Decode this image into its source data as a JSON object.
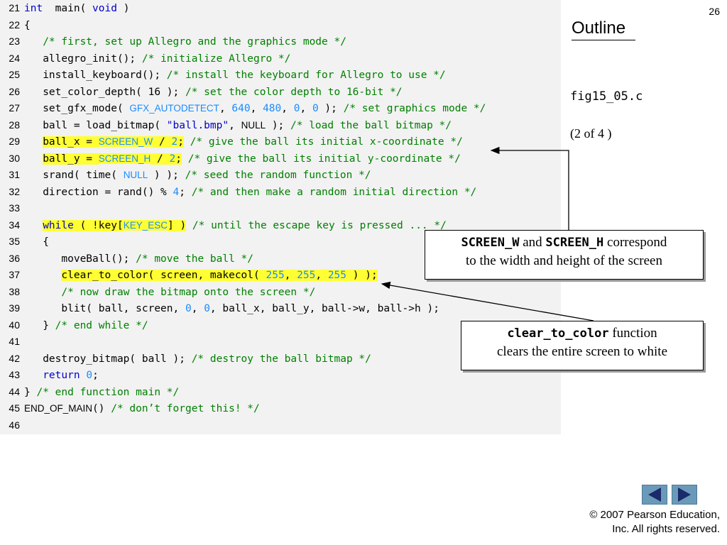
{
  "page_number": "26",
  "outline_title": "Outline",
  "fig_name": "fig15_05.c",
  "page_of": "(2 of 4 )",
  "code_lines": [
    {
      "num": "21",
      "tokens": [
        [
          "kw",
          "int"
        ],
        [
          "",
          "  main( "
        ],
        [
          "kw",
          "void"
        ],
        [
          "",
          " )"
        ]
      ]
    },
    {
      "num": "22",
      "tokens": [
        [
          "",
          "{"
        ]
      ]
    },
    {
      "num": "23",
      "tokens": [
        [
          "",
          "   "
        ],
        [
          "cmt",
          "/* first, set up Allegro and the graphics mode */"
        ]
      ]
    },
    {
      "num": "24",
      "tokens": [
        [
          "",
          "   allegro_init(); "
        ],
        [
          "cmt",
          "/* initialize Allegro */"
        ]
      ]
    },
    {
      "num": "25",
      "tokens": [
        [
          "",
          "   install_keyboard(); "
        ],
        [
          "cmt",
          "/* install the keyboard for Allegro to use */"
        ]
      ]
    },
    {
      "num": "26",
      "tokens": [
        [
          "",
          "   set_color_depth( 16 ); "
        ],
        [
          "cmt",
          "/* set the color depth to 16-bit */"
        ]
      ]
    },
    {
      "num": "27",
      "tokens": [
        [
          "",
          "   set_gfx_mode( "
        ],
        [
          "const",
          "GFX_AUTODETECT"
        ],
        [
          "",
          ", "
        ],
        [
          "num",
          "640"
        ],
        [
          "",
          ", "
        ],
        [
          "num",
          "480"
        ],
        [
          "",
          ", "
        ],
        [
          "num",
          "0"
        ],
        [
          "",
          ", "
        ],
        [
          "num",
          "0"
        ],
        [
          "",
          " ); "
        ],
        [
          "cmt",
          "/* set graphics mode */"
        ]
      ]
    },
    {
      "num": "28",
      "tokens": [
        [
          "",
          "   ball = load_bitmap( "
        ],
        [
          "str",
          "\"ball.bmp\""
        ],
        [
          "",
          ", "
        ],
        [
          "null",
          "NULL"
        ],
        [
          "",
          " ); "
        ],
        [
          "cmt",
          "/* load the ball bitmap */"
        ]
      ]
    },
    {
      "num": "29",
      "tokens": [
        [
          "",
          "   "
        ],
        [
          "hl",
          "ball_x = "
        ],
        [
          "hlconst",
          "SCREEN_W"
        ],
        [
          "hl",
          " / "
        ],
        [
          "hlnum",
          "2"
        ],
        [
          "hl",
          ";"
        ],
        [
          "",
          " "
        ],
        [
          "cmt",
          "/* give the ball its initial x-coordinate */"
        ]
      ]
    },
    {
      "num": "30",
      "tokens": [
        [
          "",
          "   "
        ],
        [
          "hl",
          "ball_y = "
        ],
        [
          "hlconst",
          "SCREEN_H"
        ],
        [
          "hl",
          " / "
        ],
        [
          "hlnum",
          "2"
        ],
        [
          "hl",
          ";"
        ],
        [
          "",
          " "
        ],
        [
          "cmt",
          "/* give the ball its initial y-coordinate */"
        ]
      ]
    },
    {
      "num": "31",
      "tokens": [
        [
          "",
          "   srand( time( "
        ],
        [
          "nullblue",
          "NULL"
        ],
        [
          "",
          " ) ); "
        ],
        [
          "cmt",
          "/* seed the random function */"
        ]
      ]
    },
    {
      "num": "32",
      "tokens": [
        [
          "",
          "   direction = rand() % "
        ],
        [
          "num",
          "4"
        ],
        [
          "",
          ";"
        ],
        [
          "",
          " "
        ],
        [
          "cmt",
          "/* and then make a random initial direction */"
        ]
      ]
    },
    {
      "num": "33",
      "tokens": []
    },
    {
      "num": "34",
      "tokens": [
        [
          "",
          "   "
        ],
        [
          "hlkw",
          "while"
        ],
        [
          "hl",
          " ( !key["
        ],
        [
          "hlconst",
          "KEY_ESC"
        ],
        [
          "hl",
          "] )"
        ],
        [
          "",
          " "
        ],
        [
          "cmt",
          "/* until the escape key is pressed ... */"
        ]
      ]
    },
    {
      "num": "35",
      "tokens": [
        [
          "",
          "   {"
        ]
      ]
    },
    {
      "num": "36",
      "tokens": [
        [
          "",
          "      moveBall(); "
        ],
        [
          "cmt",
          "/* move the ball */"
        ]
      ]
    },
    {
      "num": "37",
      "tokens": [
        [
          "",
          "      "
        ],
        [
          "hl",
          "clear_to_color( screen, makecol( "
        ],
        [
          "hlnum",
          "255"
        ],
        [
          "hl",
          ", "
        ],
        [
          "hlnum",
          "255"
        ],
        [
          "hl",
          ", "
        ],
        [
          "hlnum",
          "255"
        ],
        [
          "hl",
          " ) );"
        ]
      ]
    },
    {
      "num": "38",
      "tokens": [
        [
          "",
          "      "
        ],
        [
          "cmt",
          "/* now draw the bitmap onto the screen */"
        ]
      ]
    },
    {
      "num": "39",
      "tokens": [
        [
          "",
          "      blit( ball, screen, "
        ],
        [
          "num",
          "0"
        ],
        [
          "",
          ", "
        ],
        [
          "num",
          "0"
        ],
        [
          "",
          ", ball_x, ball_y, ball->w, ball->h );"
        ]
      ]
    },
    {
      "num": "40",
      "tokens": [
        [
          "",
          "   } "
        ],
        [
          "cmt",
          "/* end while */"
        ]
      ]
    },
    {
      "num": "41",
      "tokens": []
    },
    {
      "num": "42",
      "tokens": [
        [
          "",
          "   destroy_bitmap( ball ); "
        ],
        [
          "cmt",
          "/* destroy the ball bitmap */"
        ]
      ]
    },
    {
      "num": "43",
      "tokens": [
        [
          "",
          "   "
        ],
        [
          "kw",
          "return"
        ],
        [
          "",
          " "
        ],
        [
          "num",
          "0"
        ],
        [
          "",
          ";"
        ]
      ]
    },
    {
      "num": "44",
      "tokens": [
        [
          "",
          "} "
        ],
        [
          "cmt",
          "/* end function main */"
        ]
      ]
    },
    {
      "num": "45",
      "tokens": [
        [
          "null",
          "END_OF_MAIN"
        ],
        [
          "",
          "() "
        ],
        [
          "cmt",
          "/* don’t forget this! */"
        ]
      ]
    },
    {
      "num": "46",
      "tokens": []
    }
  ],
  "callout_screen": {
    "term1": "SCREEN_W",
    "and": " and ",
    "term2": "SCREEN_H",
    "rest1": " correspond",
    "line2": "to the width and height of the screen"
  },
  "callout_clear": {
    "term": "clear_to_color",
    "rest1": " function",
    "line2": "clears the entire screen to white"
  },
  "copyright_line1": "© 2007 Pearson Education,",
  "copyright_line2": "Inc.  All rights reserved.",
  "colors": {
    "keyword": "#0000cc",
    "number": "#1a8cff",
    "comment": "#008000",
    "highlight": "#ffff33",
    "nav_button": "#6b9ab8"
  },
  "icons": [
    "previous-slide-icon",
    "next-slide-icon"
  ]
}
